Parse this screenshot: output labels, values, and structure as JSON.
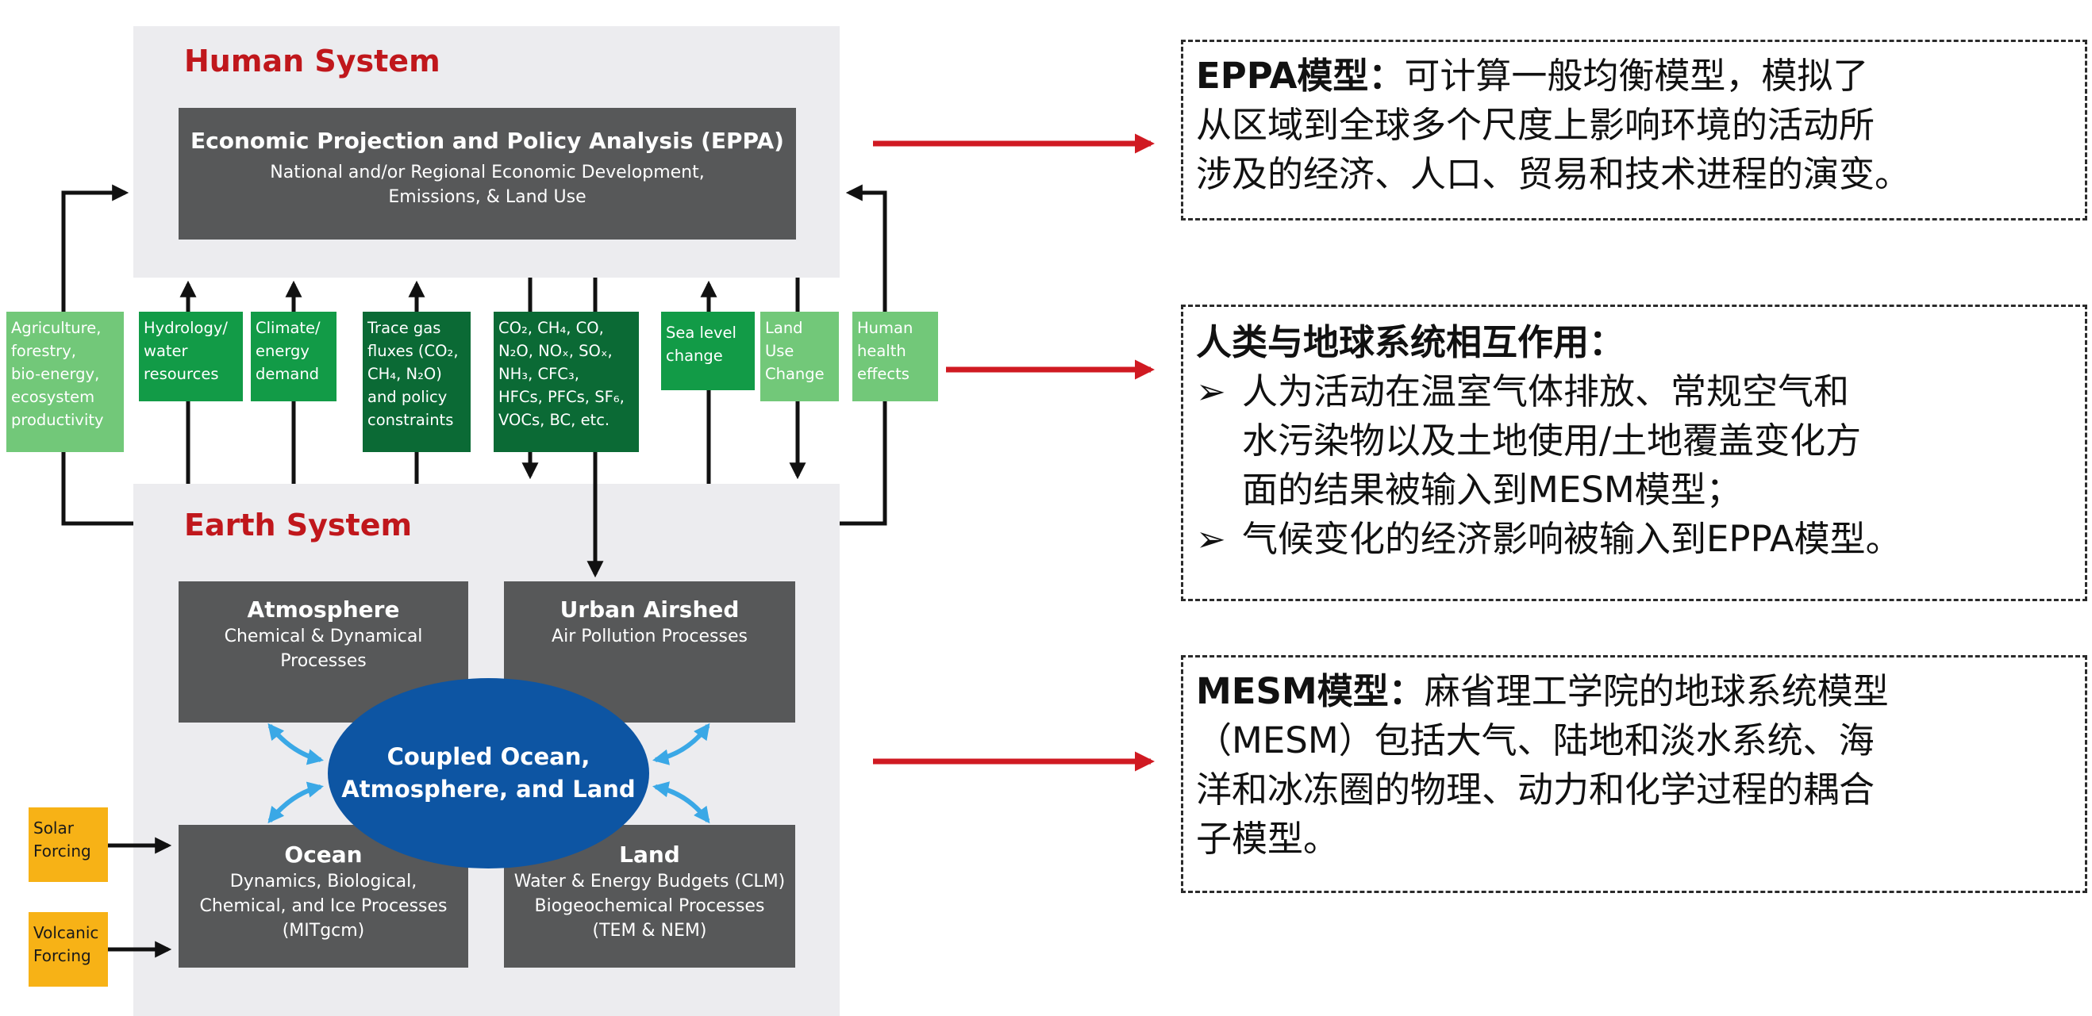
{
  "human_system": {
    "title": "Human System",
    "eppa_box": {
      "title": "Economic Projection and Policy Analysis (EPPA)",
      "subtitle_line1": "National and/or Regional Economic Development,",
      "subtitle_line2": "Emissions, & Land Use"
    }
  },
  "links": [
    {
      "lines": [
        "Agriculture,",
        "forestry,",
        "bio-energy,",
        "ecosystem",
        "productivity"
      ],
      "color": "#72c879"
    },
    {
      "lines": [
        "Hydrology/",
        "water",
        "resources"
      ],
      "color": "#129b47"
    },
    {
      "lines": [
        "Climate/",
        "energy",
        "demand"
      ],
      "color": "#129b47"
    },
    {
      "lines": [
        "Trace gas",
        "fluxes (CO₂,",
        "CH₄, N₂O)",
        "and policy",
        "constraints"
      ],
      "color": "#0b6a35"
    },
    {
      "lines": [
        "CO₂, CH₄, CO,",
        "N₂O, NOₓ, SOₓ,",
        "NH₃, CFC₃,",
        "HFCs, PFCs, SF₆,",
        "VOCs, BC, etc."
      ],
      "color": "#0b6a35"
    },
    {
      "lines": [
        "Sea level",
        "change"
      ],
      "color": "#129b47"
    },
    {
      "lines": [
        "Land",
        "Use",
        "Change"
      ],
      "color": "#72c879"
    },
    {
      "lines": [
        "Human",
        "health",
        "effects"
      ],
      "color": "#72c879"
    }
  ],
  "earth_system": {
    "title": "Earth System",
    "atmosphere": {
      "title": "Atmosphere",
      "lines": [
        "Chemical & Dynamical",
        "Processes"
      ]
    },
    "urban": {
      "title": "Urban Airshed",
      "lines": [
        "Air Pollution Processes"
      ]
    },
    "ocean": {
      "title": "Ocean",
      "lines": [
        "Dynamics, Biological,",
        "Chemical, and Ice Processes",
        "(MITgcm)"
      ]
    },
    "land": {
      "title": "Land",
      "lines": [
        "Water & Energy Budgets (CLM)",
        "Biogeochemical Processes",
        "(TEM & NEM)"
      ]
    },
    "coupled": {
      "line1": "Coupled Ocean,",
      "line2": "Atmosphere, and Land"
    }
  },
  "forcings": [
    {
      "lines": [
        "Solar",
        "Forcing"
      ]
    },
    {
      "lines": [
        "Volcanic",
        "Forcing"
      ]
    }
  ],
  "notes": {
    "eppa": {
      "label": "EPPA模型：",
      "text_line1": "可计算一般均衡模型，模拟了",
      "text_line2": "从区域到全球多个尺度上影响环境的活动所",
      "text_line3": "涉及的经济、人口、贸易和技术进程的演变。"
    },
    "interaction": {
      "label": "人类与地球系统相互作用：",
      "bullet_marker": "➢",
      "bullet1_line1": "人为活动在温室气体排放、常规空气和",
      "bullet1_line2": "水污染物以及土地使用/土地覆盖变化方",
      "bullet1_line3": "面的结果被输入到MESM模型；",
      "bullet2_line1": "气候变化的经济影响被输入到EPPA模型。"
    },
    "mesm": {
      "label": "MESM模型：",
      "text_line1": "麻省理工学院的地球系统模型",
      "text_line2": "（MESM）包括大气、陆地和淡水系统、海",
      "text_line3": "洋和冰冻圈的物理、动力和化学过程的耦合",
      "text_line4": "子模型。"
    }
  },
  "colors": {
    "title_red": "#c0171c",
    "box_gray": "#575859",
    "panel_gray": "#ececef",
    "ellipse_blue": "#0d55a3",
    "light_blue_arrow": "#3aa8e6",
    "red_arrow": "#d01a22",
    "forcing_orange": "#f7b216"
  }
}
